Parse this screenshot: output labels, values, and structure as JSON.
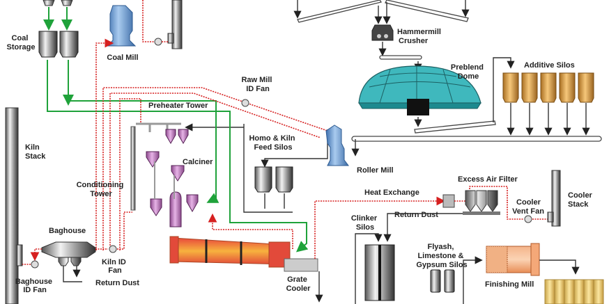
{
  "diagram": {
    "title": "Cement Plant Process Flow",
    "labels": {
      "coal_storage": [
        "Coal",
        "Storage"
      ],
      "coal_mill": [
        "Coal Mill"
      ],
      "hammermill": [
        "Hammermill",
        "Crusher"
      ],
      "prebend_dome": [
        "Preblend",
        "Dome"
      ],
      "additive_silos": [
        "Additive Silos"
      ],
      "raw_mill_fan": [
        "Raw Mill",
        "ID Fan"
      ],
      "preheater": [
        "Preheater Tower"
      ],
      "homo_silos": [
        "Homo & Kiln",
        "Feed Silos"
      ],
      "roller_mill": [
        "Roller Mill"
      ],
      "kiln_stack": [
        "Kiln",
        "Stack"
      ],
      "calciner": [
        "Calciner"
      ],
      "conditioning": [
        "Conditioning",
        "Tower"
      ],
      "baghouse": [
        "Baghouse"
      ],
      "baghouse_fan": [
        "Baghouse",
        "ID Fan"
      ],
      "kiln_fan": [
        "Kiln ID",
        "Fan"
      ],
      "return_dust_left": [
        "Return Dust"
      ],
      "grate_cooler": [
        "Grate",
        "Cooler"
      ],
      "heat_exchange": [
        "Heat Exchange"
      ],
      "excess_air": [
        "Excess Air Filter"
      ],
      "cooler_vent": [
        "Cooler",
        "Vent Fan"
      ],
      "cooler_stack": [
        "Cooler",
        "Stack"
      ],
      "return_dust_right": [
        "Return Dust"
      ],
      "clinker_silos": [
        "Clinker",
        "Silos"
      ],
      "flyash_silos": [
        "Flyash,",
        "Limestone &",
        "Gypsum Silos"
      ],
      "finishing_mill": [
        "Finishing Mill"
      ]
    },
    "colors": {
      "gas_flow": "#d62020",
      "fuel_flow": "#1fa23a",
      "material_flow": "#333333",
      "dome": "#3fb8bd",
      "additive_silo": "#d9a14a",
      "kiln": "#f0803a",
      "cyclone": "#c07ac0",
      "mill": "#6aa0d8",
      "cement_silo": "#f2d27a"
    }
  }
}
